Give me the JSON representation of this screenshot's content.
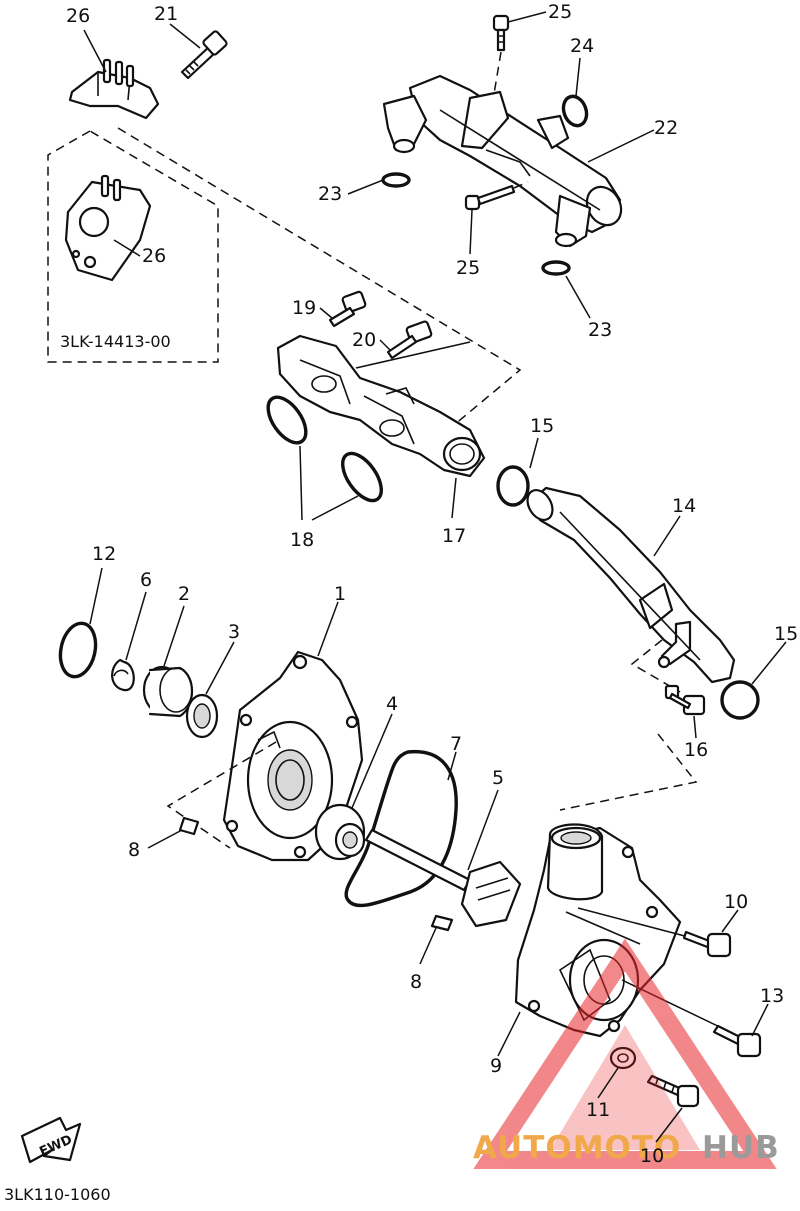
{
  "diagram": {
    "sheet_code": "3LK110-1060",
    "alt_part_code": "3LK-14413-00",
    "fwd_label": "FWD",
    "watermark": {
      "part1": "AUTOMOTO",
      "part2": "HUB"
    },
    "callouts": [
      {
        "id": "c26a",
        "label": "26"
      },
      {
        "id": "c21",
        "label": "21"
      },
      {
        "id": "c25a",
        "label": "25"
      },
      {
        "id": "c24",
        "label": "24"
      },
      {
        "id": "c22",
        "label": "22"
      },
      {
        "id": "c23a",
        "label": "23"
      },
      {
        "id": "c26b",
        "label": "26"
      },
      {
        "id": "c25b",
        "label": "25"
      },
      {
        "id": "c23b",
        "label": "23"
      },
      {
        "id": "c19",
        "label": "19"
      },
      {
        "id": "c20",
        "label": "20"
      },
      {
        "id": "c15a",
        "label": "15"
      },
      {
        "id": "c14",
        "label": "14"
      },
      {
        "id": "c18",
        "label": "18"
      },
      {
        "id": "c17",
        "label": "17"
      },
      {
        "id": "c12",
        "label": "12"
      },
      {
        "id": "c6",
        "label": "6"
      },
      {
        "id": "c2",
        "label": "2"
      },
      {
        "id": "c3",
        "label": "3"
      },
      {
        "id": "c1",
        "label": "1"
      },
      {
        "id": "c15b",
        "label": "15"
      },
      {
        "id": "c16",
        "label": "16"
      },
      {
        "id": "c4",
        "label": "4"
      },
      {
        "id": "c7",
        "label": "7"
      },
      {
        "id": "c5",
        "label": "5"
      },
      {
        "id": "c8a",
        "label": "8"
      },
      {
        "id": "c10a",
        "label": "10"
      },
      {
        "id": "c8b",
        "label": "8"
      },
      {
        "id": "c13",
        "label": "13"
      },
      {
        "id": "c9",
        "label": "9"
      },
      {
        "id": "c11",
        "label": "11"
      },
      {
        "id": "c10b",
        "label": "10"
      }
    ]
  }
}
